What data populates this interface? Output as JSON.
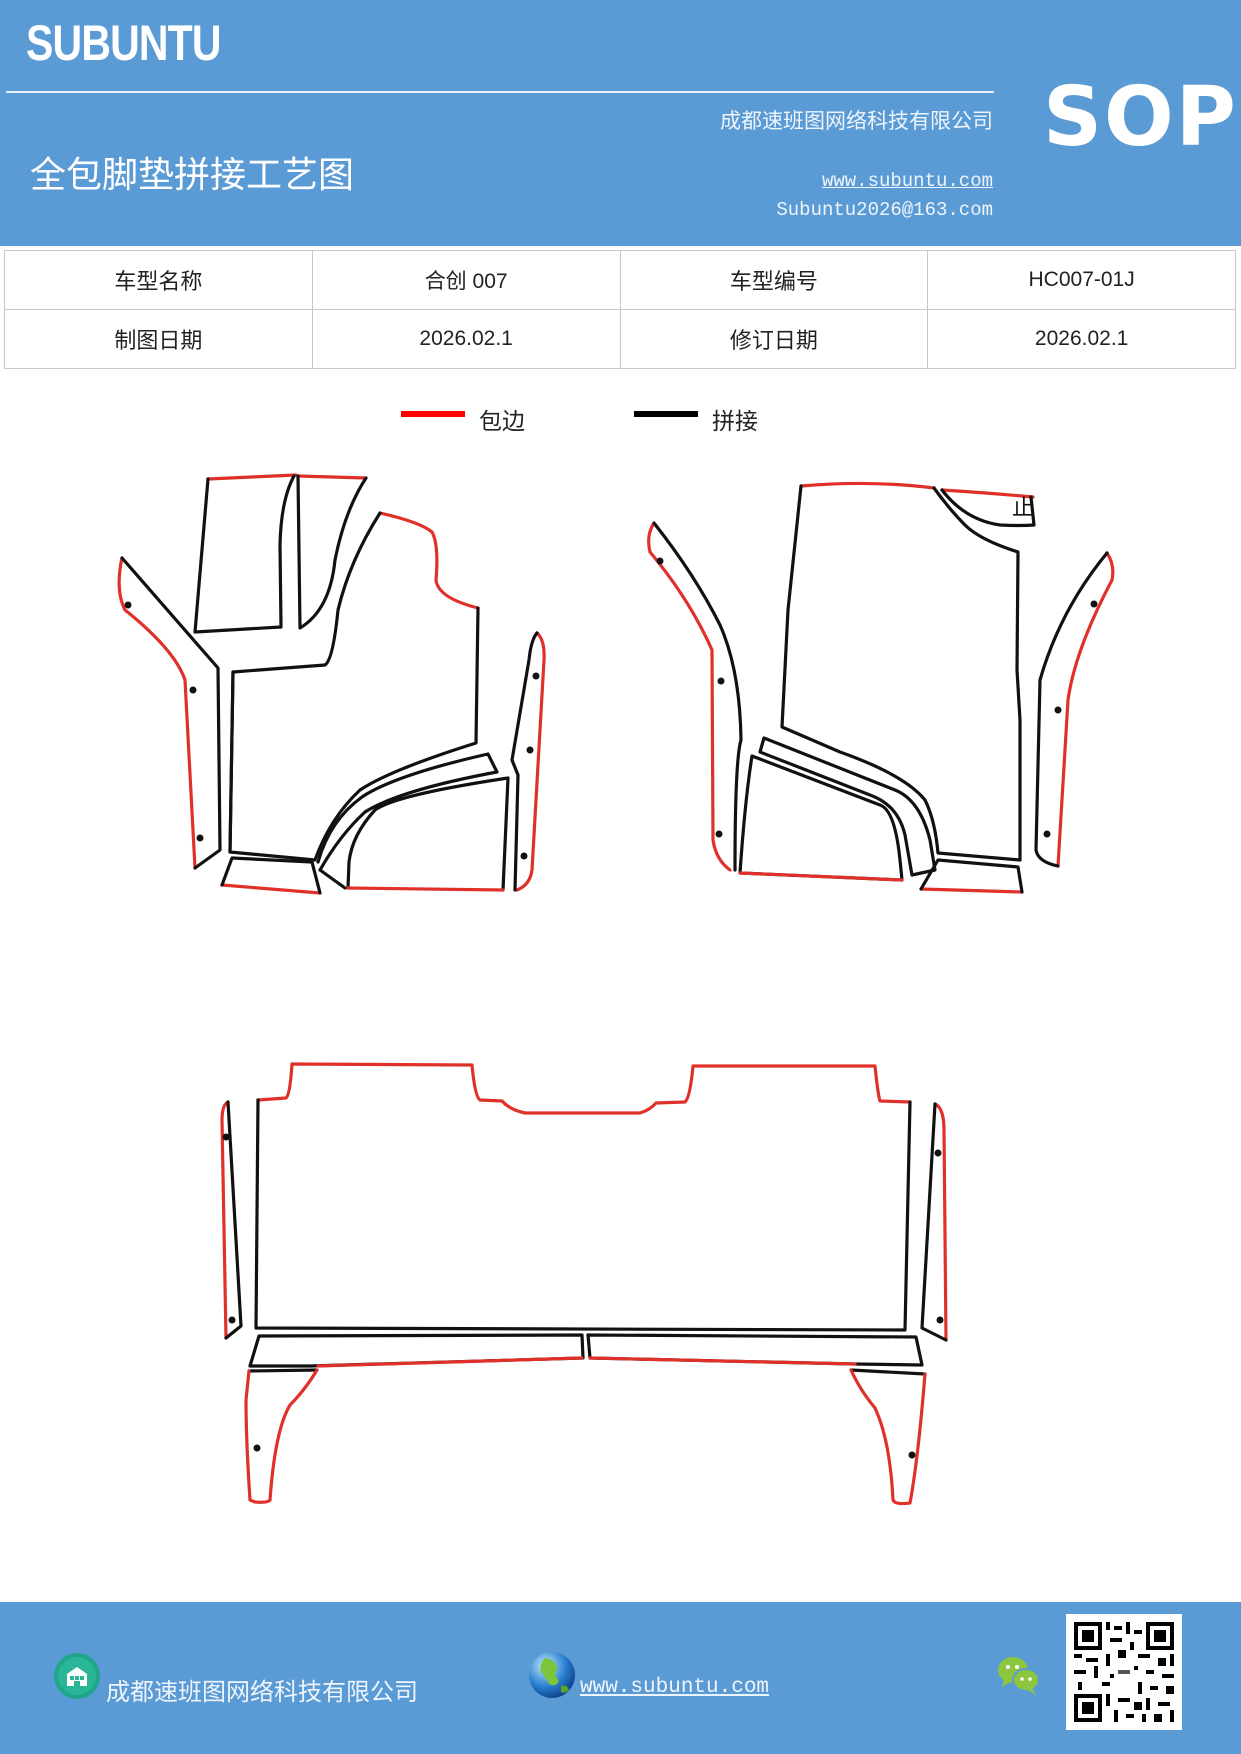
{
  "header": {
    "brand": "SUBUNTU",
    "badge": "SOP",
    "title": "全包脚垫拼接工艺图",
    "company": "成都速班图网络科技有限公司",
    "website": "www.subuntu.com",
    "email": "Subuntu2026@163.com",
    "background_color": "#5b9bd5"
  },
  "info_table": {
    "rows": [
      {
        "label1": "车型名称",
        "value1": "合创 007",
        "label2": "车型编号",
        "value2": "HC007-01J"
      },
      {
        "label1": "制图日期",
        "value1": "2026.02.1",
        "label2": "修订日期",
        "value2": "2026.02.1"
      }
    ]
  },
  "legend": {
    "items": [
      {
        "label": "包边",
        "color": "#ff0000"
      },
      {
        "label": "拼接",
        "color": "#000000"
      }
    ]
  },
  "diagram": {
    "stroke_edge_color": "#e0302a",
    "stroke_seam_color": "#111111",
    "panels": [
      {
        "name": "front-left-section"
      },
      {
        "name": "front-right-section",
        "marker_text": "止"
      },
      {
        "name": "rear-section"
      }
    ]
  },
  "footer": {
    "company": "成都速班图网络科技有限公司",
    "website": "www.subuntu.com",
    "icons": [
      "building-icon",
      "globe-icon",
      "wechat-icon",
      "qr-code"
    ]
  }
}
